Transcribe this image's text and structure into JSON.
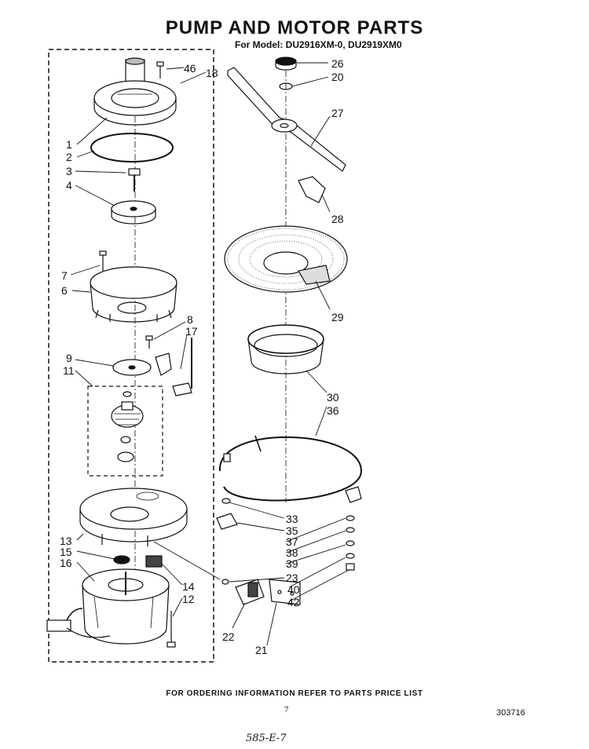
{
  "header": {
    "title": "PUMP AND MOTOR PARTS",
    "subtitle": "For Model: DU2916XM-0, DU2919XM0"
  },
  "footer": {
    "ordering_note": "FOR ORDERING INFORMATION REFER TO PARTS PRICE LIST",
    "page_number": "7",
    "diagram_number": "303716",
    "handwritten_note": "585-E-7"
  },
  "part_labels": [
    {
      "id": "46",
      "text": "46"
    },
    {
      "id": "18",
      "text": "18"
    },
    {
      "id": "1",
      "text": "1"
    },
    {
      "id": "2",
      "text": "2"
    },
    {
      "id": "3",
      "text": "3"
    },
    {
      "id": "4",
      "text": "4"
    },
    {
      "id": "7",
      "text": "7"
    },
    {
      "id": "6",
      "text": "6"
    },
    {
      "id": "8",
      "text": "8"
    },
    {
      "id": "17",
      "text": "17"
    },
    {
      "id": "9",
      "text": "9"
    },
    {
      "id": "11",
      "text": "11"
    },
    {
      "id": "13",
      "text": "13"
    },
    {
      "id": "15",
      "text": "15"
    },
    {
      "id": "16",
      "text": "16"
    },
    {
      "id": "14",
      "text": "14"
    },
    {
      "id": "12",
      "text": "12"
    },
    {
      "id": "26",
      "text": "26"
    },
    {
      "id": "20",
      "text": "20"
    },
    {
      "id": "27",
      "text": "27"
    },
    {
      "id": "28",
      "text": "28"
    },
    {
      "id": "29",
      "text": "29"
    },
    {
      "id": "30",
      "text": "30"
    },
    {
      "id": "36",
      "text": "36"
    },
    {
      "id": "33",
      "text": "33"
    },
    {
      "id": "35",
      "text": "35"
    },
    {
      "id": "37",
      "text": "37"
    },
    {
      "id": "38",
      "text": "38"
    },
    {
      "id": "39",
      "text": "39"
    },
    {
      "id": "23",
      "text": "23"
    },
    {
      "id": "40",
      "text": "40"
    },
    {
      "id": "42",
      "text": "42"
    },
    {
      "id": "22",
      "text": "22"
    },
    {
      "id": "21",
      "text": "21"
    }
  ]
}
